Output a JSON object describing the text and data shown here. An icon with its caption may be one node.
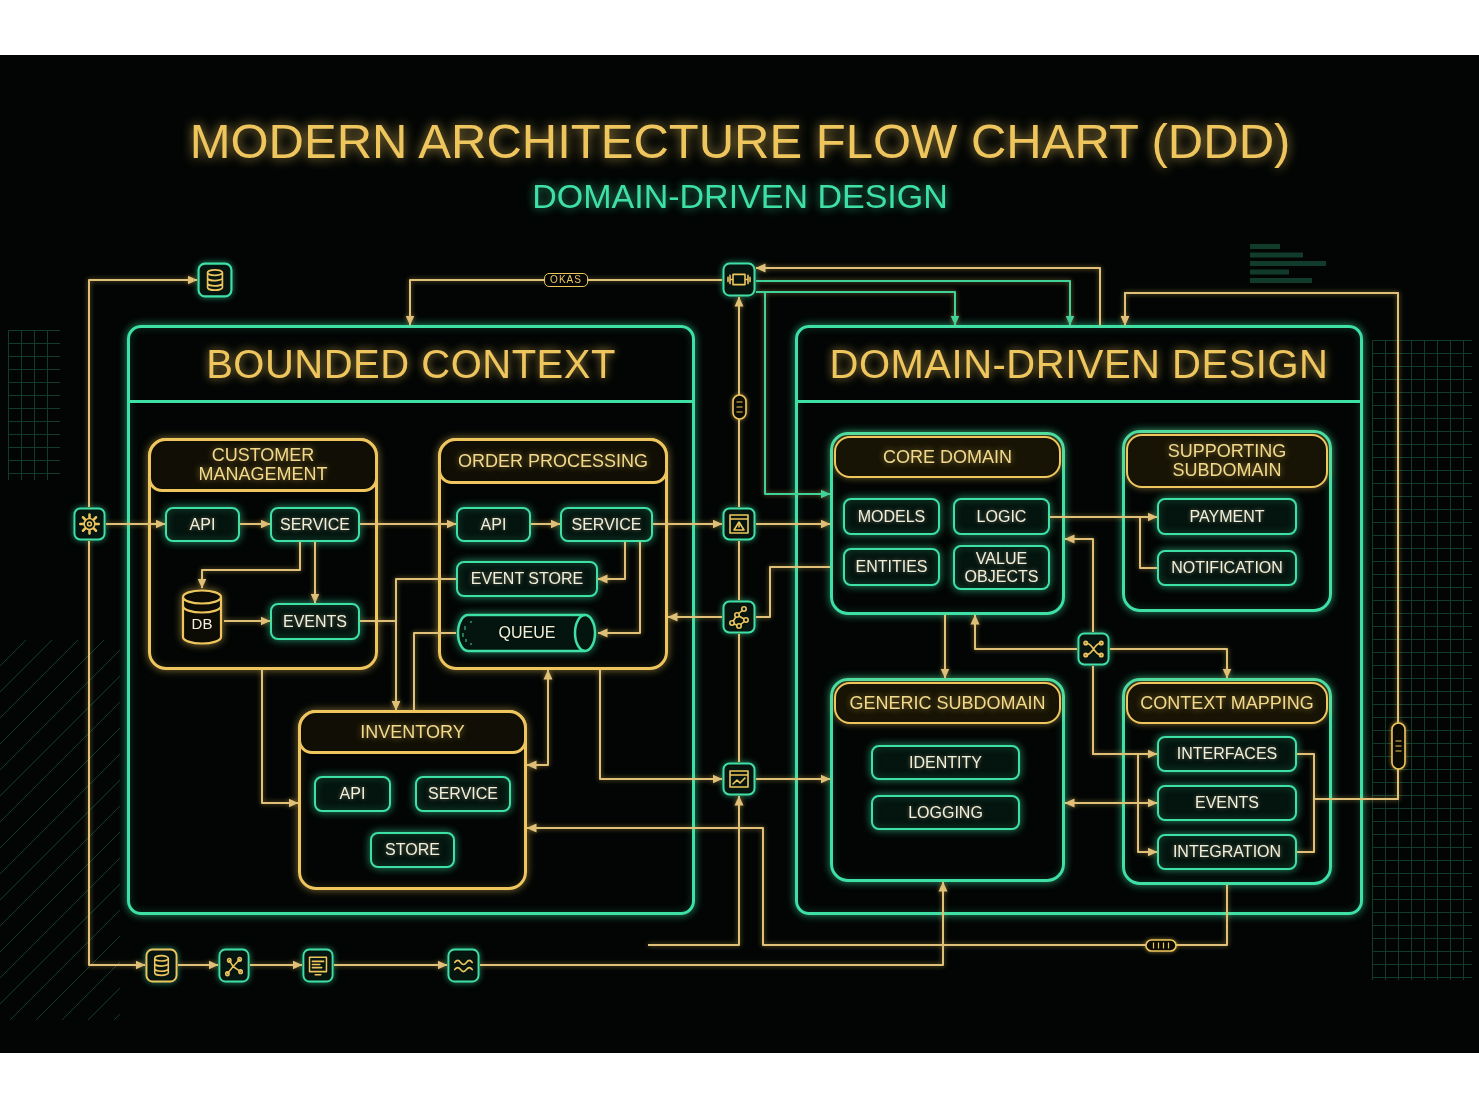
{
  "diagram": {
    "title": "MODERN ARCHITECTURE FLOW CHART (DDD)",
    "nodes": [
      {
        "text": [
          "BOUNDED CONTEXT"
        ]
      },
      {
        "text": [
          "CUSTOMER MANAGEMENT"
        ],
        "in": 0
      },
      {
        "text": [
          "API"
        ],
        "in": 1
      },
      {
        "text": [
          "SERVICE"
        ],
        "in": 1
      },
      {
        "text": [
          "DB"
        ],
        "in": 1
      },
      {
        "text": [
          "EVENTS"
        ],
        "in": 1
      },
      {
        "text": [
          "ORDER PROCESSING"
        ],
        "in": 0
      },
      {
        "text": [
          "API"
        ],
        "in": 6
      },
      {
        "text": [
          "SERVICE"
        ],
        "in": 6
      },
      {
        "text": [
          "EVENT STORE"
        ],
        "in": 6
      },
      {
        "text": [
          "QUEUE"
        ],
        "in": 6
      },
      {
        "text": [
          "INVENTORY"
        ],
        "in": 0
      },
      {
        "text": [
          "API"
        ],
        "in": 11
      },
      {
        "text": [
          "SERVICE"
        ],
        "in": 11
      },
      {
        "text": [
          "STORE"
        ],
        "in": 11
      },
      {
        "text": [
          "DOMAIN-DRIVEN DESIGN"
        ]
      },
      {
        "text": [
          "CORE DOMAIN"
        ],
        "in": 15
      },
      {
        "text": [
          "MODELS"
        ],
        "in": 16
      },
      {
        "text": [
          "LOGIC"
        ],
        "in": 16
      },
      {
        "text": [
          "ENTITIES"
        ],
        "in": 16
      },
      {
        "text": [
          "VALUE OBJECTS"
        ],
        "in": 16
      },
      {
        "text": [
          "SUPPORTING SUBDOMAIN"
        ],
        "in": 15
      },
      {
        "text": [
          "PAYMENT"
        ],
        "in": 21
      },
      {
        "text": [
          "NOTIFICATION"
        ],
        "in": 21
      },
      {
        "text": [
          "GENERIC SUBDOMAIN"
        ],
        "in": 15
      },
      {
        "text": [
          "IDENTITY"
        ],
        "in": 24
      },
      {
        "text": [
          "LOGGING"
        ],
        "in": 24
      },
      {
        "text": [
          "CONTEXT MAPPING"
        ],
        "in": 15
      },
      {
        "text": [
          "INTERFACES"
        ],
        "in": 27
      },
      {
        "text": [
          "EVENTS"
        ],
        "in": 27
      },
      {
        "text": [
          "INTEGRATION"
        ],
        "in": 27
      },
      {
        "text": [],
        "shape": "picture"
      },
      {
        "text": [],
        "shape": "picture"
      },
      {
        "text": [],
        "shape": "picture"
      },
      {
        "text": [],
        "shape": "picture"
      },
      {
        "text": [],
        "shape": "picture"
      },
      {
        "text": [],
        "shape": "picture"
      },
      {
        "text": [],
        "shape": "picture",
        "in": 15
      },
      {
        "text": [],
        "shape": "picture"
      },
      {
        "text": [],
        "shape": "picture"
      },
      {
        "text": [],
        "shape": "picture"
      },
      {
        "text": [],
        "shape": "picture"
      }
    ],
    "edges": [
      {
        "from": 32,
        "to": 31,
        "arrow": "to"
      },
      {
        "from": 32,
        "to": 38,
        "arrow": "to"
      },
      {
        "from": 32,
        "to": 2,
        "arrow": "to"
      },
      {
        "from": 2,
        "to": 3,
        "arrow": "to"
      },
      {
        "from": 3,
        "to": 4,
        "arrow": "to"
      },
      {
        "from": 3,
        "to": 5,
        "arrow": "to"
      },
      {
        "from": 4,
        "to": 5,
        "arrow": "to"
      },
      {
        "from": 3,
        "to": 7,
        "arrow": "to"
      },
      {
        "from": 7,
        "to": 8,
        "arrow": "to"
      },
      {
        "from": 8,
        "to": 9,
        "arrow": "to"
      },
      {
        "from": 8,
        "to": 10,
        "arrow": "to"
      },
      {
        "from": 8,
        "to": 34,
        "arrow": "to"
      },
      {
        "from": 34,
        "to": 16,
        "arrow": "to"
      },
      {
        "from": 5,
        "to": 11,
        "arrow": "to"
      },
      {
        "from": 9,
        "to": 11,
        "arrow": "to"
      },
      {
        "from": 10,
        "to": 11,
        "arrow": "none"
      },
      {
        "from": 1,
        "to": 11,
        "arrow": "to"
      },
      {
        "from": 6,
        "to": 11,
        "arrow": "both"
      },
      {
        "from": 6,
        "to": 36,
        "arrow": "to"
      },
      {
        "from": 36,
        "to": 24,
        "arrow": "to"
      },
      {
        "from": 34,
        "to": 33,
        "arrow": "to"
      },
      {
        "from": 34,
        "to": 35,
        "arrow": "none"
      },
      {
        "from": 35,
        "to": 36,
        "arrow": "none"
      },
      {
        "from": 35,
        "to": 6,
        "arrow": "to"
      },
      {
        "from": 16,
        "to": 35,
        "arrow": "none"
      },
      {
        "from": 33,
        "to": 0,
        "arrow": "to",
        "label": "OKAS"
      },
      {
        "from": 15,
        "to": 33,
        "arrow": "to"
      },
      {
        "from": 33,
        "to": 15,
        "arrow": "to",
        "color": "#3fd39a"
      },
      {
        "from": 33,
        "to": 15,
        "arrow": "to",
        "color": "#3fd39a"
      },
      {
        "from": 33,
        "to": 16,
        "arrow": "to",
        "color": "#3fd39a"
      },
      {
        "from": 28,
        "to": 15,
        "arrow": "to"
      },
      {
        "from": 30,
        "to": 15,
        "arrow": "to"
      },
      {
        "from": 18,
        "to": 22,
        "arrow": "to"
      },
      {
        "from": 18,
        "to": 23,
        "arrow": "none"
      },
      {
        "from": 37,
        "to": 16,
        "arrow": "to"
      },
      {
        "from": 37,
        "to": 16,
        "arrow": "to"
      },
      {
        "from": 37,
        "to": 27,
        "arrow": "to"
      },
      {
        "from": 37,
        "to": 28,
        "arrow": "to"
      },
      {
        "from": 37,
        "to": 30,
        "arrow": "to"
      },
      {
        "from": 24,
        "to": 29,
        "arrow": "both"
      },
      {
        "from": 16,
        "to": 24,
        "arrow": "to"
      },
      {
        "from": 38,
        "to": 39,
        "arrow": "to"
      },
      {
        "from": 39,
        "to": 40,
        "arrow": "to"
      },
      {
        "from": 40,
        "to": 41,
        "arrow": "to"
      },
      {
        "from": null,
        "to": 36,
        "arrow": "to"
      },
      {
        "from": 41,
        "to": 24,
        "arrow": "to"
      },
      {
        "from": 27,
        "to": 11,
        "arrow": "to"
      }
    ],
    "labels": [
      "DOMAIN-DRIVEN DESIGN"
    ]
  }
}
